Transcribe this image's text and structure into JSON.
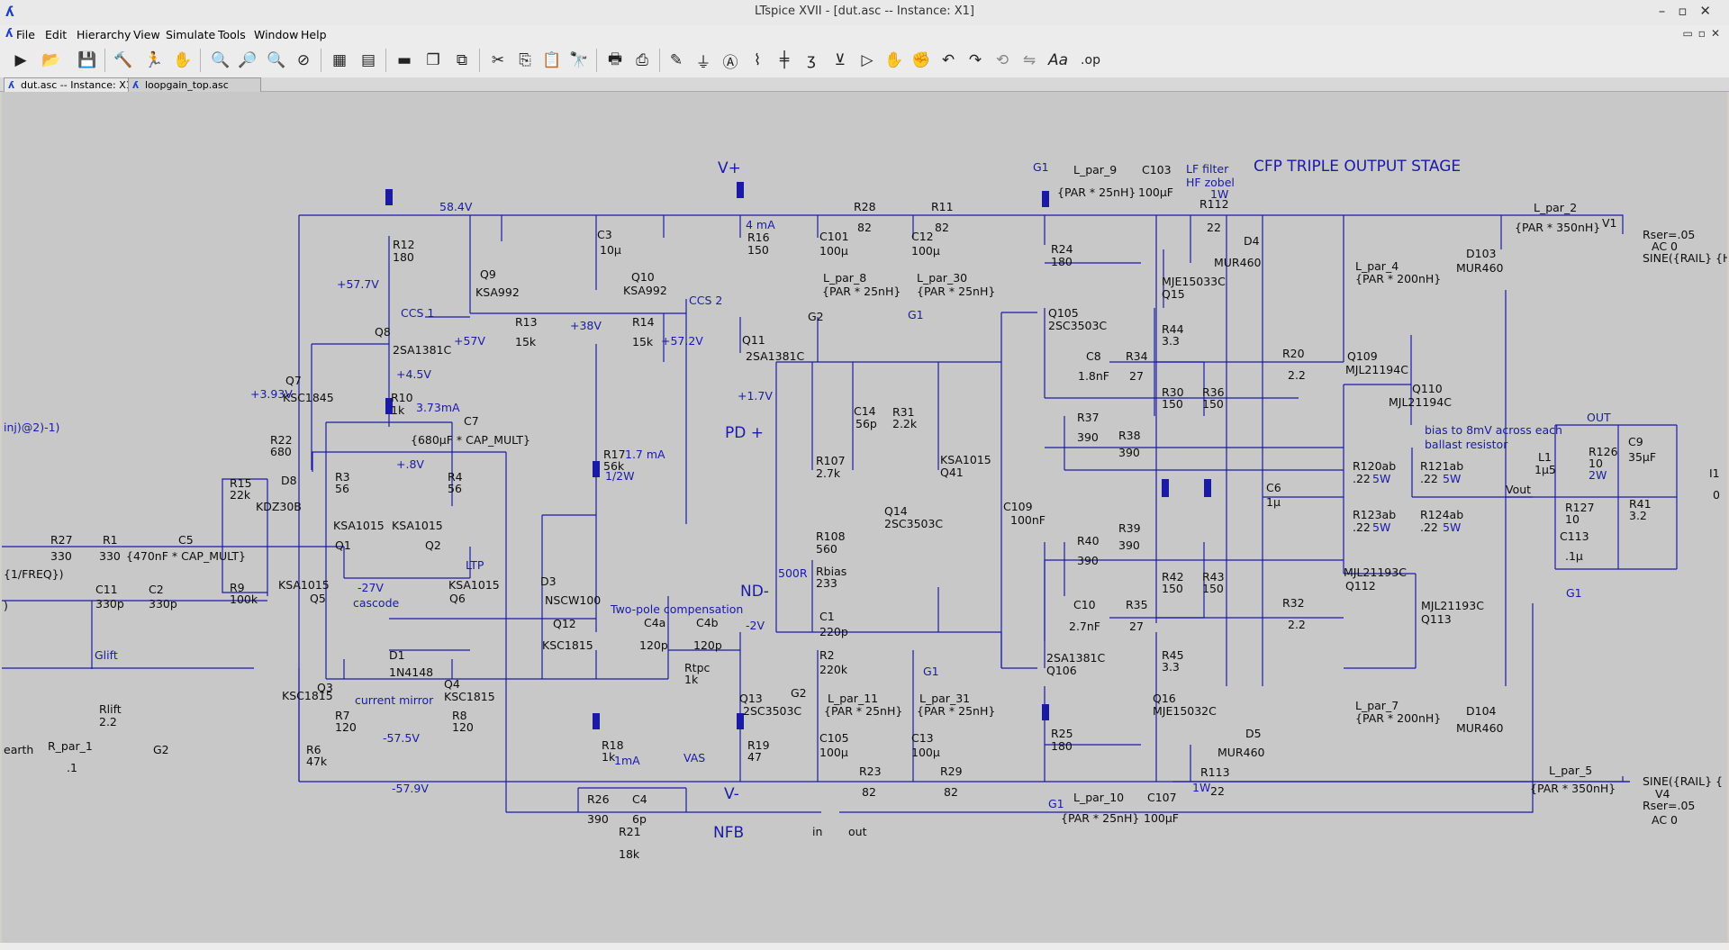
{
  "window": {
    "title": "LTspice XVII - [dut.asc -- Instance: X1]"
  },
  "menu": [
    "File",
    "Edit",
    "Hierarchy",
    "View",
    "Simulate",
    "Tools",
    "Window",
    "Help"
  ],
  "tabs": [
    {
      "label": "dut.asc -- Instance: X1",
      "active": true
    },
    {
      "label": "loopgain_top.asc",
      "active": false
    }
  ],
  "toolbar_icons": [
    "run-icon",
    "open-icon",
    "save-icon",
    "control-panel-icon",
    "run-pause-icon",
    "halt-icon",
    "zoom-in-icon",
    "zoom-pan-icon",
    "zoom-out-icon",
    "zoom-fit-icon",
    "autorange-icon",
    "tile-icon",
    "cascade-icon",
    "close-window-icon",
    "cut-icon",
    "copy-icon",
    "paste-icon",
    "find-icon",
    "print-icon",
    "print-preview-icon",
    "draw-wire-icon",
    "ground-icon",
    "label-net-icon",
    "resistor-icon",
    "capacitor-icon",
    "inductor-icon",
    "diode-icon",
    "component-icon",
    "move-icon",
    "drag-icon",
    "undo-icon",
    "redo-icon",
    "rotate-icon",
    "mirror-icon",
    "text-icon",
    "spice-directive-icon"
  ],
  "colors": {
    "wire": "#1a1aa6",
    "canvas": "#c8c8c8",
    "chrome": "#ececec",
    "accent": "#1a3fd0"
  },
  "schematic": {
    "labels": {
      "stage": "CFP TRIPLE OUTPUT STAGE",
      "vplus": "V+",
      "vminus": "V-",
      "pdplus": "PD +",
      "ndminus": "ND-",
      "nfb": "NFB",
      "vas": "VAS",
      "ltp": "LTP",
      "ccs1": "CCS 1",
      "ccs2": "CCS 2",
      "cascode": "cascode",
      "current_mirror": "current mirror",
      "two_pole": "Two-pole compensation",
      "lf_filter": "LF filter",
      "hf_zobel": "HF zobel",
      "bias_note_1": "bias to 8mV across each",
      "bias_note_2": "ballast resistor",
      "out": "OUT",
      "vout": "Vout",
      "glift": "Glift",
      "earth": "earth",
      "g1": "G1",
      "g2": "G2",
      "injlbl": "inj)@2)-1)",
      "freq": "{1/FREQ})",
      "paren": ")",
      "in": "in",
      "outp": "out"
    },
    "voltages": {
      "v58_4": "58.4V",
      "v57_7": "+57.7V",
      "v57": "+57V",
      "v38": "+38V",
      "v57_2": "+57.2V",
      "v4_5": "+4.5V",
      "v3_93": "+3.93V",
      "v3_73ma": "3.73mA",
      "v8": "+.8V",
      "vm27": "-27V",
      "vm2": "-2V",
      "v1_7": "+1.7V",
      "vm57_5": "-57.5V",
      "vm57_9": "-57.9V",
      "i4ma": "4 mA",
      "i1_7ma": "1.7 mA",
      "i1ma": "1mA",
      "p_half": "1/2W",
      "r500": "500R",
      "p1w_a": "1W",
      "p1w_b": "1W",
      "p5w": "5W",
      "p2w": "2W"
    },
    "parts": {
      "r12": "R12",
      "v180": "180",
      "q9": "Q9",
      "ksa992": "KSA992",
      "q8": "Q8",
      "sa1381": "2SA1381C",
      "q7": "Q7",
      "ksc1845": "KSC1845",
      "r10": "R10",
      "v1k": "1k",
      "c7": "C7",
      "c7v": "{680µF * CAP_MULT}",
      "r22": "R22",
      "v680": "680",
      "r15": "R15",
      "v22k": "22k",
      "d8": "D8",
      "kdz": "KDZ30B",
      "r3": "R3",
      "v56": "56",
      "r4": "R4",
      "ksa1015": "KSA1015",
      "q1": "Q1",
      "q2": "Q2",
      "q5": "Q5",
      "q6": "Q6",
      "r27": "R27",
      "v330": "330",
      "r1": "R1",
      "c5": "C5",
      "c5v": "{470nF * CAP_MULT}",
      "c11": "C11",
      "v330p": "330p",
      "c2": "C2",
      "r9": "R9",
      "v100k": "100k",
      "d1": "D1",
      "n4148": "1N4148",
      "q3": "Q3",
      "q4": "Q4",
      "ksc1815": "KSC1815",
      "r7": "R7",
      "v120": "120",
      "r8": "R8",
      "r6": "R6",
      "v47k": "47k",
      "rlift": "Rlift",
      "v2_2": "2.2",
      "rpar1": "R_par_1",
      "v_1": ".1",
      "c3": "C3",
      "v10u": "10µ",
      "r13": "R13",
      "v15k": "15k",
      "r14": "R14",
      "q10": "Q10",
      "r16": "R16",
      "v150": "150",
      "q11": "Q11",
      "r17": "R17",
      "v56k": "56k",
      "d3": "D3",
      "nscw": "NSCW100",
      "q12": "Q12",
      "c4a": "C4a",
      "v120p": "120p",
      "c4b": "C4b",
      "rtpc": "Rtpc",
      "q13": "Q13",
      "sc3503": "2SC3503C",
      "r18": "R18",
      "r19": "R19",
      "v47": "47",
      "r26": "R26",
      "v390": "390",
      "c4": "C4",
      "v6p": "6p",
      "r21": "R21",
      "v18k": "18k",
      "c101": "C101",
      "v100u": "100µ",
      "lpar8": "L_par_8",
      "par25": "{PAR * 25nH}",
      "r28": "R28",
      "v82": "82",
      "r11": "R11",
      "c12": "C12",
      "lpar30": "L_par_30",
      "c14": "C14",
      "v56p": "56p",
      "r31": "R31",
      "v2_2k": "2.2k",
      "r107": "R107",
      "v2_7k": "2.7k",
      "q41": "Q41",
      "q14": "Q14",
      "r108": "R108",
      "v560": "560",
      "rbias": "Rbias",
      "v233": "233",
      "c109": "C109",
      "v100nf": "100nF",
      "c1": "C1",
      "v220p": "220p",
      "r2": "R2",
      "v220k": "220k",
      "lpar11": "L_par_11",
      "c105": "C105",
      "lpar31": "L_par_31",
      "c13": "C13",
      "r23": "R23",
      "r29": "R29",
      "lpar9": "L_par_9",
      "c103": "C103",
      "v100uf": "100µF",
      "r112": "R112",
      "v22": "22",
      "r24": "R24",
      "q105": "Q105",
      "q15": "Q15",
      "mje15033": "MJE15033C",
      "r44": "R44",
      "v3_3": "3.3",
      "c8": "C8",
      "v1_8nf": "1.8nF",
      "r34": "R34",
      "v27": "27",
      "r30": "R30",
      "r36": "R36",
      "r37": "R37",
      "r38": "R38",
      "r40": "R40",
      "r39": "R39",
      "r42": "R42",
      "r43": "R43",
      "c10": "C10",
      "v2_7nf": "2.7nF",
      "r35": "R35",
      "r45": "R45",
      "q106": "Q106",
      "q16": "Q16",
      "mje15032": "MJE15032C",
      "r25": "R25",
      "lpar10": "L_par_10",
      "c107": "C107",
      "r113": "R113",
      "d4": "D4",
      "mur460": "MUR460",
      "c6": "C6",
      "v1u": "1µ",
      "d5": "D5",
      "lpar4": "L_par_4",
      "par200": "{PAR * 200nH}",
      "r20": "R20",
      "q109": "Q109",
      "q110": "Q110",
      "mjl21194": "MJL21194C",
      "r120": "R120ab",
      "r121": "R121ab",
      "v_22": ".22",
      "r123": "R123ab",
      "r124": "R124ab",
      "q112": "Q112",
      "q113": "Q113",
      "mjl21193": "MJL21193C",
      "r32": "R32",
      "lpar7": "L_par_7",
      "lpar2": "L_par_2",
      "par350": "{PAR * 350nH}",
      "v1": "V1",
      "rser": "Rser=.05",
      "sine1": "SINE({RAIL} {HI",
      "d103": "D103",
      "d104": "D104",
      "l1": "L1",
      "v1u5": "1µ5",
      "r126": "R126",
      "v10": "10",
      "c9": "C9",
      "v35uf": "35µF",
      "r127": "R127",
      "r41": "R41",
      "v3_2": "3.2",
      "c113": "C113",
      "v_1u": ".1µ",
      "i1": "I1",
      "v0": "0",
      "lpar5": "L_par_5",
      "v4": "V4",
      "sine4": "SINE({RAIL} {",
      "ac0": "AC 0"
    }
  }
}
